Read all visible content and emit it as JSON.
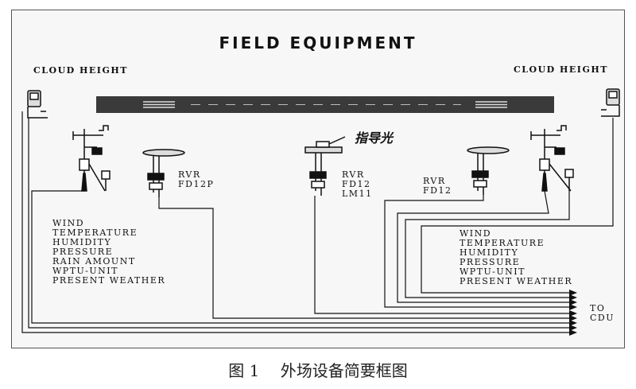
{
  "title": "FIELD EQUIPMENT",
  "cloud_height_left": "CLOUD HEIGHT",
  "cloud_height_right": "CLOUD HEIGHT",
  "center_annotation": "指导光",
  "rvr_left": [
    "RVR",
    "FD12P"
  ],
  "rvr_center": [
    "RVR",
    "FD12",
    "LM11"
  ],
  "rvr_right": [
    "RVR",
    "FD12"
  ],
  "weather_left": [
    "WIND",
    "TEMPERATURE",
    "HUMIDITY",
    "PRESSURE",
    "RAIN AMOUNT",
    "WPTU-UNIT",
    "PRESENT WEATHER"
  ],
  "weather_right": [
    "WIND",
    "TEMPERATURE",
    "HUMIDITY",
    "PRESSURE",
    "WPTU-UNIT",
    "PRESENT WEATHER"
  ],
  "to_cdu": [
    "TO",
    "CDU"
  ],
  "caption": {
    "figure": "图 1",
    "text": "外场设备简要框图"
  },
  "colors": {
    "line": "#111111",
    "runway": "#3a3a3a",
    "paper": "#f7f7f7"
  }
}
